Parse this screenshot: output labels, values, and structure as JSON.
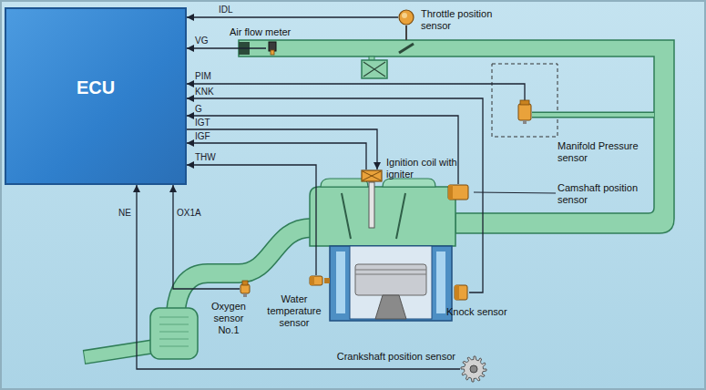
{
  "diagram": {
    "nodes": [
      {
        "text": [
          "ECU"
        ]
      },
      {
        "text": [
          "Throttle position sensor"
        ]
      },
      {
        "text": [
          "Air flow meter"
        ]
      },
      {
        "text": [
          "Manifold Pressure sensor"
        ]
      },
      {
        "text": [
          "Camshaft position sensor"
        ]
      },
      {
        "text": [
          "Ignition coil with igniter"
        ]
      },
      {
        "text": [
          "Knock sensor"
        ]
      },
      {
        "text": [
          "Water temperature sensor"
        ]
      },
      {
        "text": [
          "Oxygen sensor No.1"
        ]
      },
      {
        "text": [
          "Crankshaft position sensor"
        ]
      }
    ],
    "edges": [
      {
        "from": 1,
        "to": 0,
        "arrow": "to",
        "label": "IDL"
      },
      {
        "from": 2,
        "to": 0,
        "arrow": "to",
        "label": "VG"
      },
      {
        "from": 3,
        "to": 0,
        "arrow": "to",
        "label": "PIM"
      },
      {
        "from": 6,
        "to": 0,
        "arrow": "to",
        "label": "KNK"
      },
      {
        "from": 4,
        "to": 0,
        "arrow": "to",
        "label": "G"
      },
      {
        "from": 0,
        "to": 5,
        "arrow": "to",
        "label": "IGT"
      },
      {
        "from": 5,
        "to": 0,
        "arrow": "to",
        "label": "IGF"
      },
      {
        "from": 7,
        "to": 0,
        "arrow": "to",
        "label": "THW"
      },
      {
        "from": 8,
        "to": 0,
        "arrow": "to",
        "label": "OX1A"
      },
      {
        "from": 9,
        "to": 0,
        "arrow": "to",
        "label": "NE"
      }
    ]
  }
}
